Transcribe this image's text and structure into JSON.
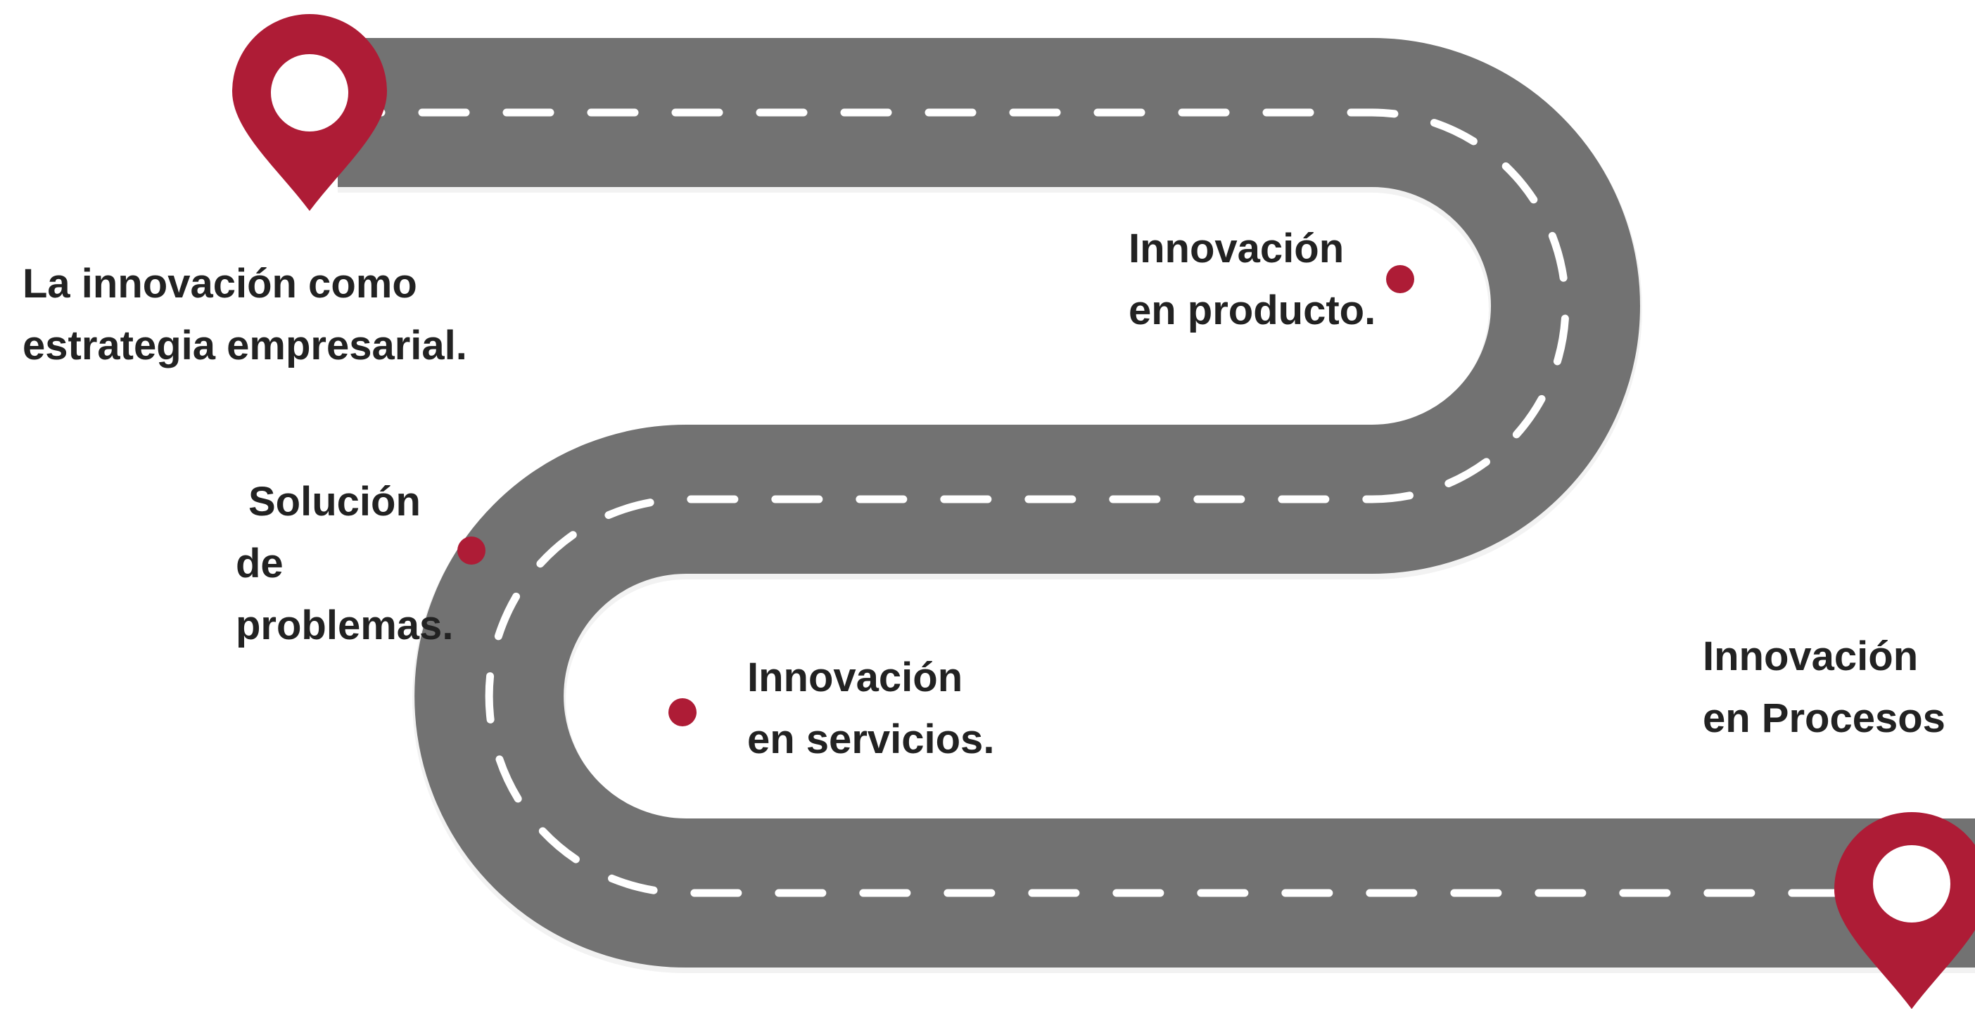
{
  "colors": {
    "road": "#727272",
    "road_shadow": "#f2f2f2",
    "dash": "#ffffff",
    "accent": "#ae1c36",
    "text": "#222222"
  },
  "icons": [
    "map-pin-icon",
    "milestone-dot-icon"
  ],
  "milestones": {
    "start": {
      "line1": "La innovación como",
      "line2": "estrategia empresarial."
    },
    "producto": {
      "line1": "Innovación",
      "line2": "en producto."
    },
    "solucion": {
      "line1": "Solución",
      "line2": "de",
      "line3": "problemas."
    },
    "servicios": {
      "line1": "Innovación",
      "line2": "en servicios."
    },
    "procesos": {
      "line1": "Innovación",
      "line2": "en Procesos"
    }
  }
}
